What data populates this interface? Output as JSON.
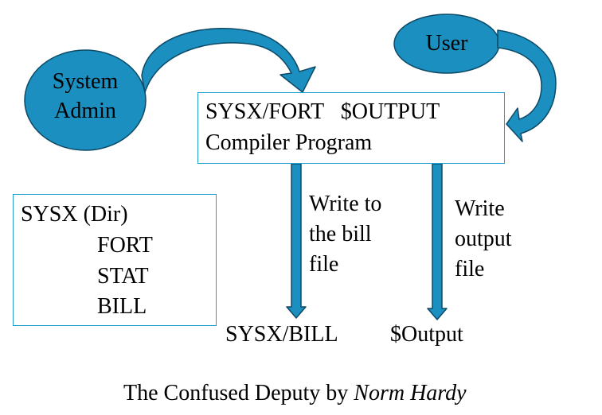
{
  "colors": {
    "node_fill": "#1b8fc0",
    "node_stroke": "#0d4a66",
    "box_border": "#1f9fd0",
    "arrow_fill": "#1b8fc0",
    "arrow_stroke": "#0d4a66"
  },
  "nodes": {
    "system_admin": {
      "line1": "System",
      "line2": "Admin"
    },
    "user": {
      "label": "User"
    }
  },
  "compiler_box": {
    "line1": "SYSX/FORT   $OUTPUT",
    "line2": "Compiler Program"
  },
  "directory_box": {
    "title": "SYSX (Dir)",
    "items": [
      "FORT",
      "STAT",
      "BILL"
    ]
  },
  "edges": {
    "bill": {
      "label_lines": [
        "Write to",
        "the bill",
        "file"
      ],
      "target": "SYSX/BILL"
    },
    "output": {
      "label_lines": [
        "Write",
        "output",
        "file"
      ],
      "target": "$Output"
    }
  },
  "caption": {
    "text": "The Confused Deputy by ",
    "author": "Norm Hardy"
  }
}
